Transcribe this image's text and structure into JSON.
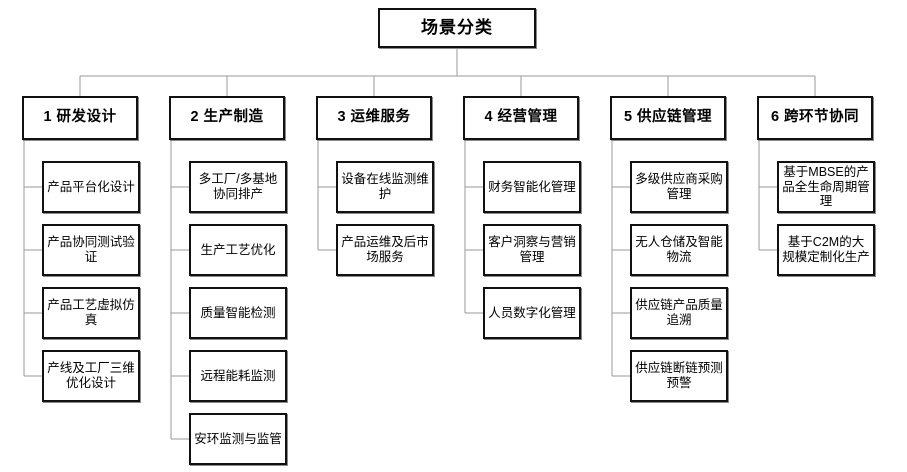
{
  "diagram": {
    "type": "org-tree",
    "title": "场景分类",
    "root": {
      "label": "场景分类"
    },
    "line_color": "#9a9a9a",
    "box_border_color": "#111111",
    "box_fill_color": "#ffffff",
    "text_color": "#000000",
    "categories": [
      {
        "index": "1",
        "label": "1 研发设计",
        "items": [
          {
            "label": "产品平台化设计"
          },
          {
            "label": "产品协同测试验证"
          },
          {
            "label": "产品工艺虚拟仿真"
          },
          {
            "label": "产线及工厂三维优化设计"
          }
        ]
      },
      {
        "index": "2",
        "label": "2 生产制造",
        "items": [
          {
            "label": "多工厂/多基地协同排产"
          },
          {
            "label": "生产工艺优化"
          },
          {
            "label": "质量智能检测"
          },
          {
            "label": "远程能耗监测"
          },
          {
            "label": "安环监测与监管"
          }
        ]
      },
      {
        "index": "3",
        "label": "3 运维服务",
        "items": [
          {
            "label": "设备在线监测维护"
          },
          {
            "label": "产品运维及后市场服务"
          }
        ]
      },
      {
        "index": "4",
        "label": "4 经营管理",
        "items": [
          {
            "label": "财务智能化管理"
          },
          {
            "label": "客户洞察与营销管理"
          },
          {
            "label": "人员数字化管理"
          }
        ]
      },
      {
        "index": "5",
        "label": "5 供应链管理",
        "items": [
          {
            "label": "多级供应商采购管理"
          },
          {
            "label": "无人仓储及智能物流"
          },
          {
            "label": "供应链产品质量追溯"
          },
          {
            "label": "供应链断链预测预警"
          }
        ]
      },
      {
        "index": "6",
        "label": "6 跨环节协同",
        "items": [
          {
            "label": "基于MBSE的产品全生命周期管理"
          },
          {
            "label": "基于C2M的大规模定制化生产"
          }
        ]
      }
    ]
  }
}
